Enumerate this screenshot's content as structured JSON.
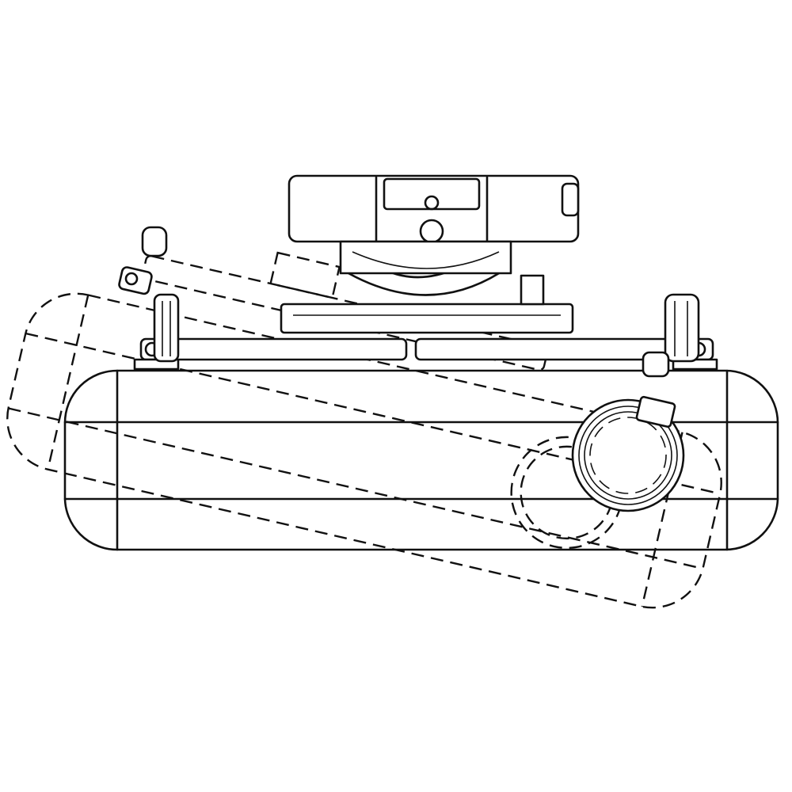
{
  "drawing": {
    "subject": "projector-ceiling-mount",
    "colors": {
      "line": "#111111",
      "background": "#ffffff"
    },
    "views": [
      "solid-level-position",
      "dashed-tilted-position"
    ]
  }
}
